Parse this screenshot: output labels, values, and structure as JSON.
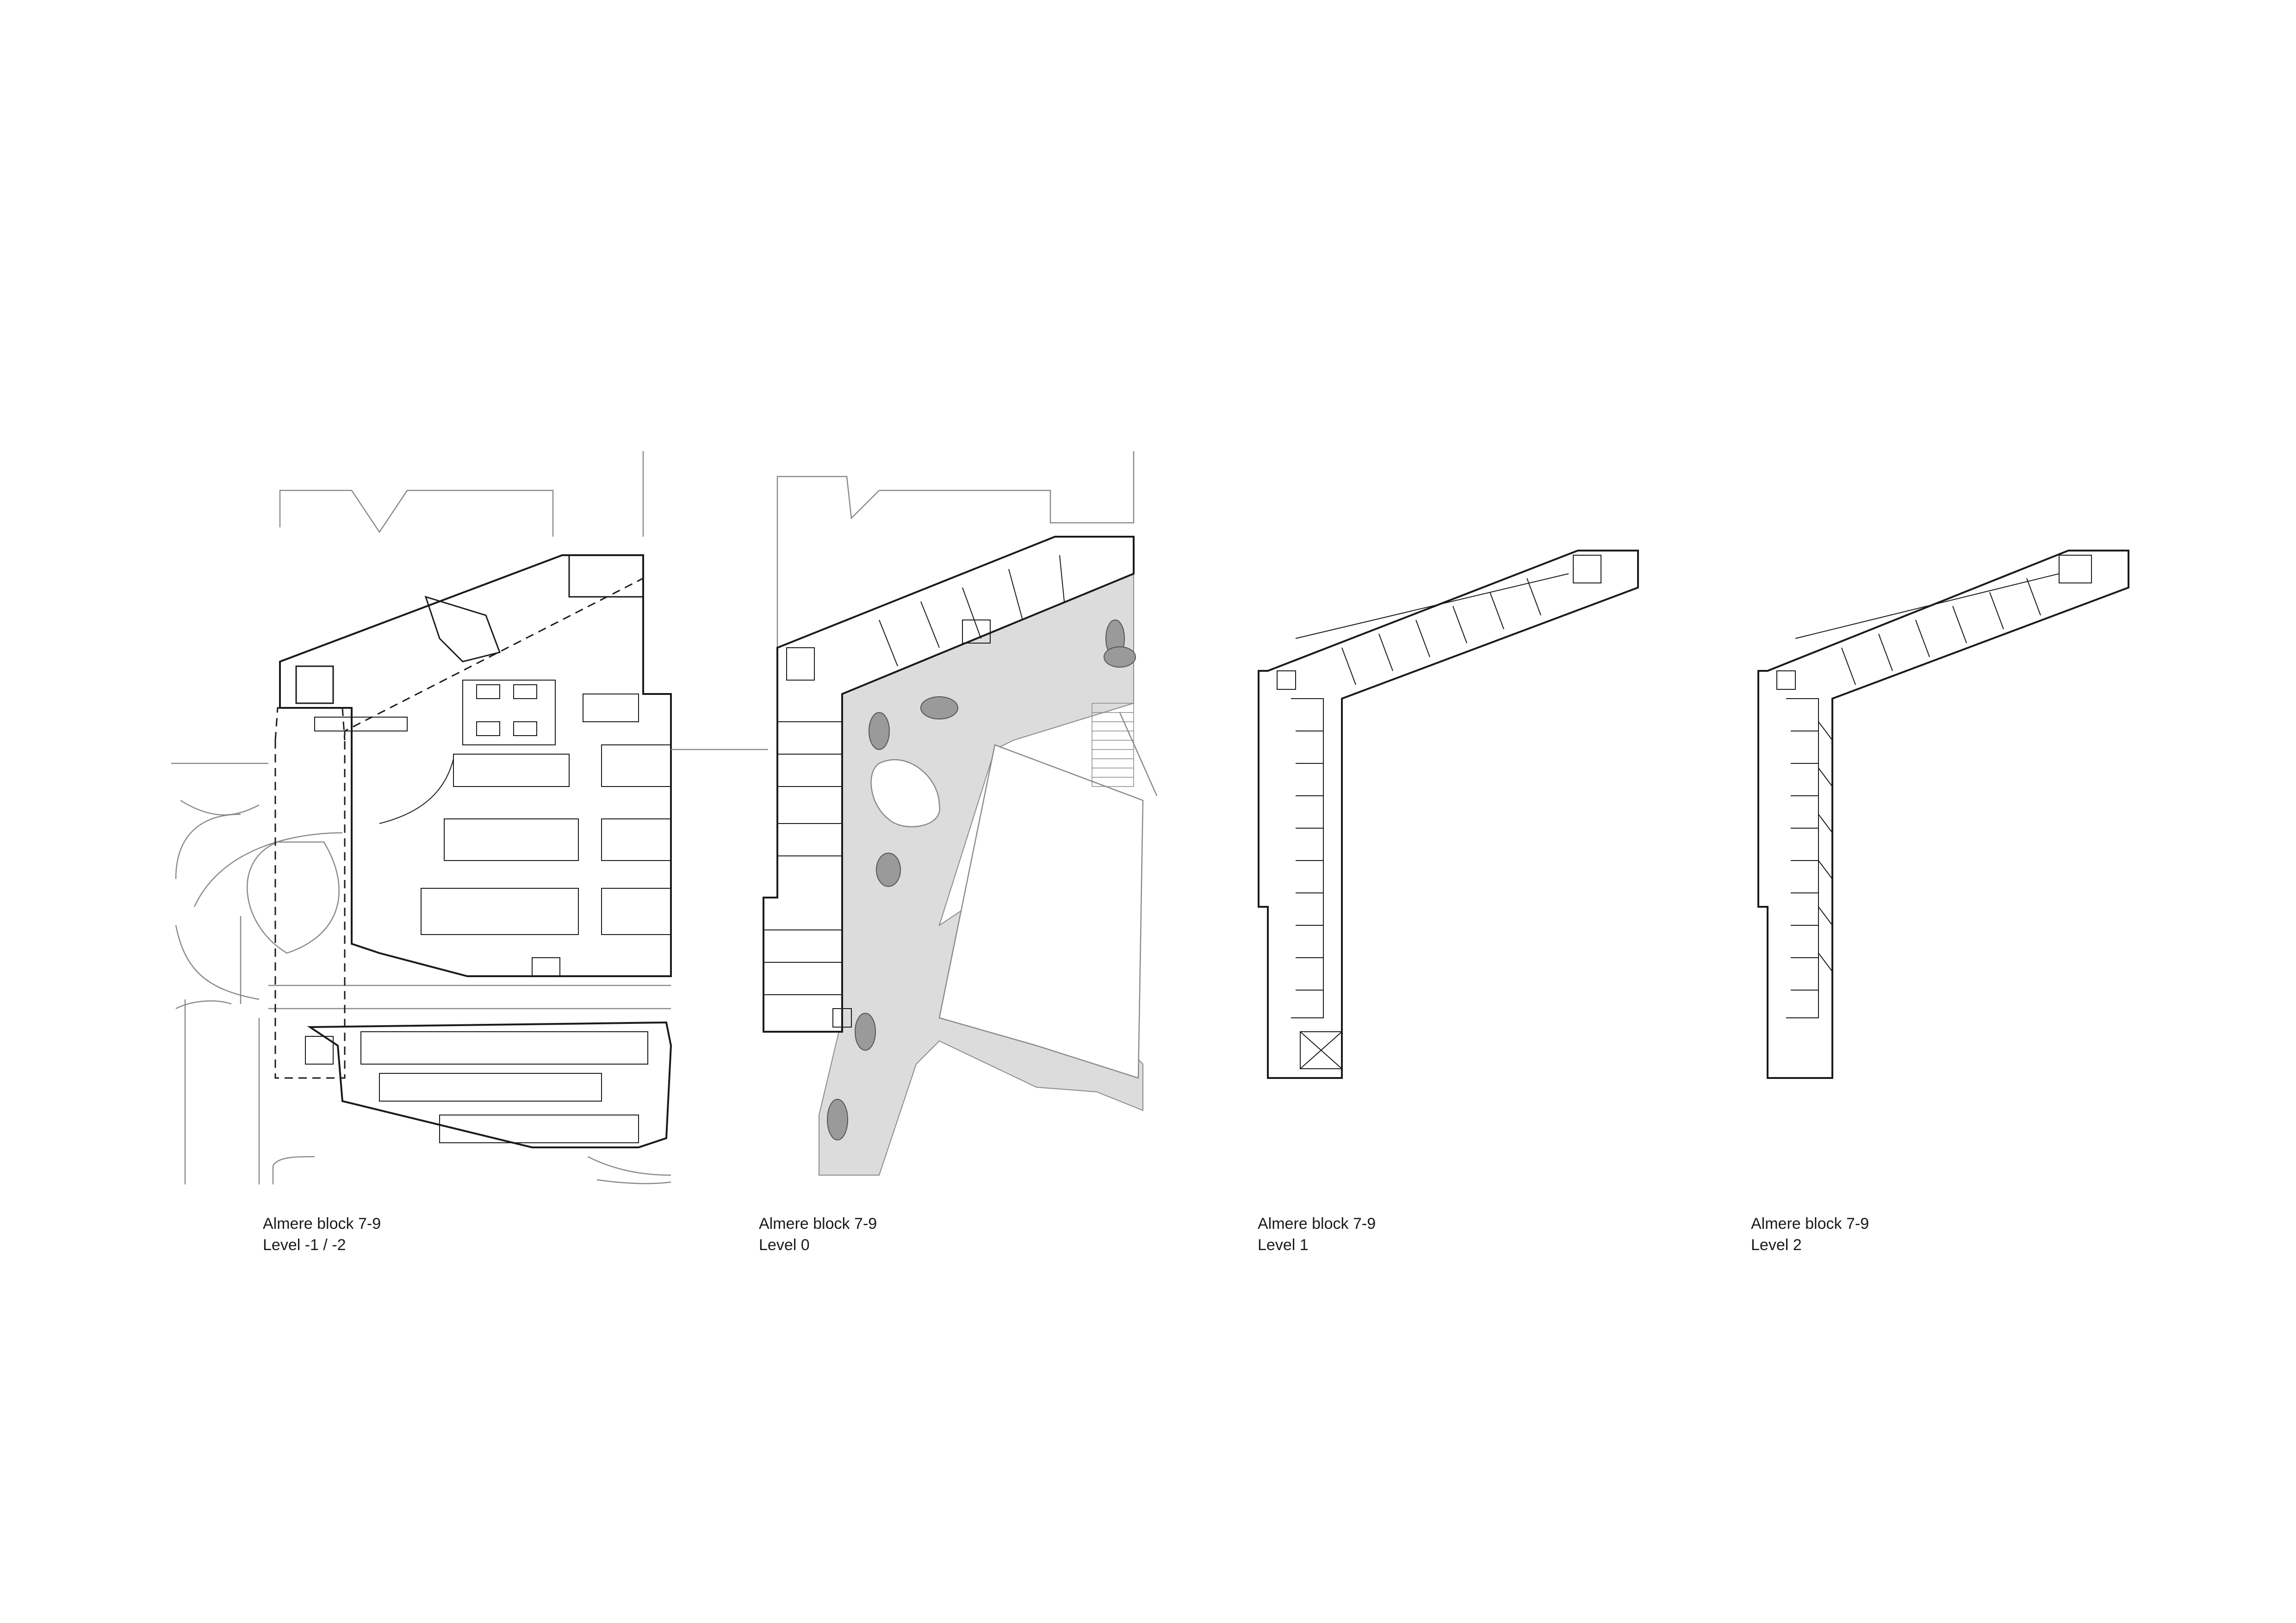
{
  "sheet": {
    "background": "#ffffff",
    "line_color": "#1a1a1a",
    "site_line_color": "#8a8a8a",
    "public_space_fill": "#dcdcdc",
    "tree_fill": "#9a9a9a"
  },
  "plans": [
    {
      "id": "level-minus-1-2",
      "title": "Almere block 7-9",
      "level": "Level -1 / -2"
    },
    {
      "id": "level-0",
      "title": "Almere block 7-9",
      "level": "Level 0"
    },
    {
      "id": "level-1",
      "title": "Almere block 7-9",
      "level": "Level 1"
    },
    {
      "id": "level-2",
      "title": "Almere block 7-9",
      "level": "Level 2"
    }
  ]
}
